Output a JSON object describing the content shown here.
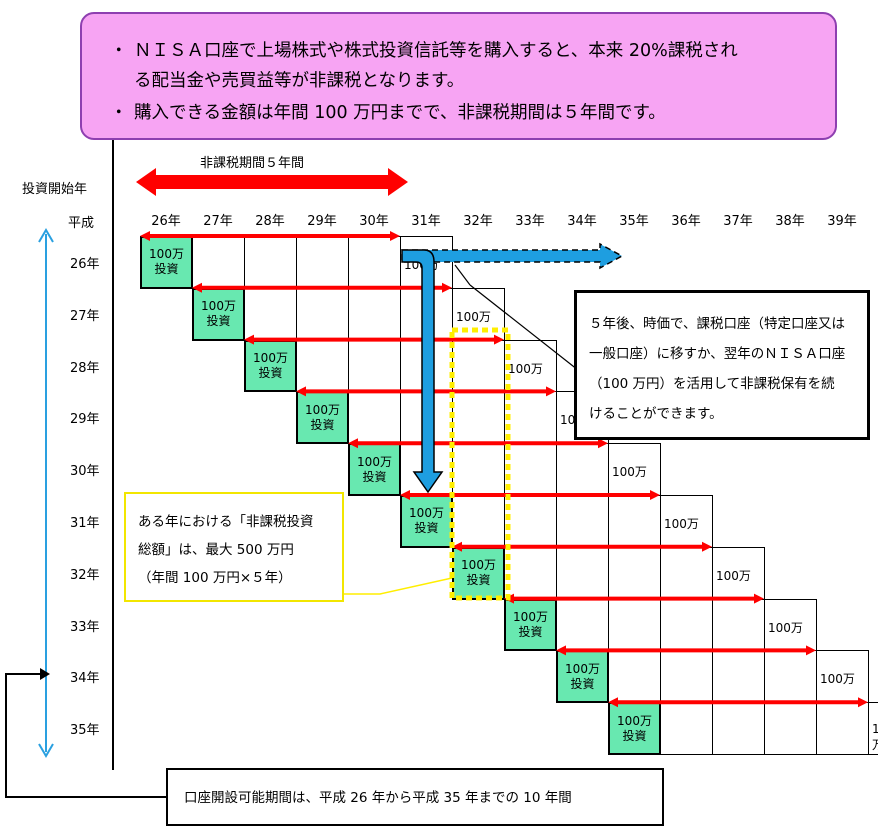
{
  "top_box": {
    "bullet": "・",
    "line1a": "ＮＩＳＡ口座で上場株式や株式投資信託等を購入すると、本来 20%課税され",
    "line1b": "る配当金や売買益等が非課税となります。",
    "line2": "購入できる金額は年間 100 万円までで、非課税期間は５年間です。"
  },
  "period_label": "非課税期間５年間",
  "axis": {
    "start_year_label": "投資開始年",
    "era_label": "平成",
    "columns": [
      "26年",
      "27年",
      "28年",
      "29年",
      "30年",
      "31年",
      "32年",
      "33年",
      "34年",
      "35年",
      "36年",
      "37年",
      "38年",
      "39年"
    ],
    "rows": [
      "26年",
      "27年",
      "28年",
      "29年",
      "30年",
      "31年",
      "32年",
      "33年",
      "34年",
      "35年"
    ]
  },
  "invest_label_top": "100万",
  "invest_label_bottom": "投資",
  "end_value_label": "100万",
  "callout_right": {
    "line1": "５年後、時価で、課税口座（特定口座又は",
    "line2": "一般口座）に移すか、翌年のＮＩＳＡ口座",
    "line3": "（100 万円）を活用して非課税保有を続",
    "line4": "けることができます。"
  },
  "callout_left": {
    "line1": "ある年における「非課税投資",
    "line2": "総額」は、最大 500 万円",
    "line3": "（年間 100 万円×５年）"
  },
  "callout_bottom": "口座開設可能期間は、平成 26 年から平成 35 年までの 10 年間",
  "colors": {
    "red_arrow": "#ff0000",
    "blue_arrow": "#1e9ee0",
    "invest_fill": "#68e8b0",
    "top_box_fill": "#f7a4f3",
    "highlight_dash": "#ffee00",
    "left_axis": "#2aa0e0"
  }
}
